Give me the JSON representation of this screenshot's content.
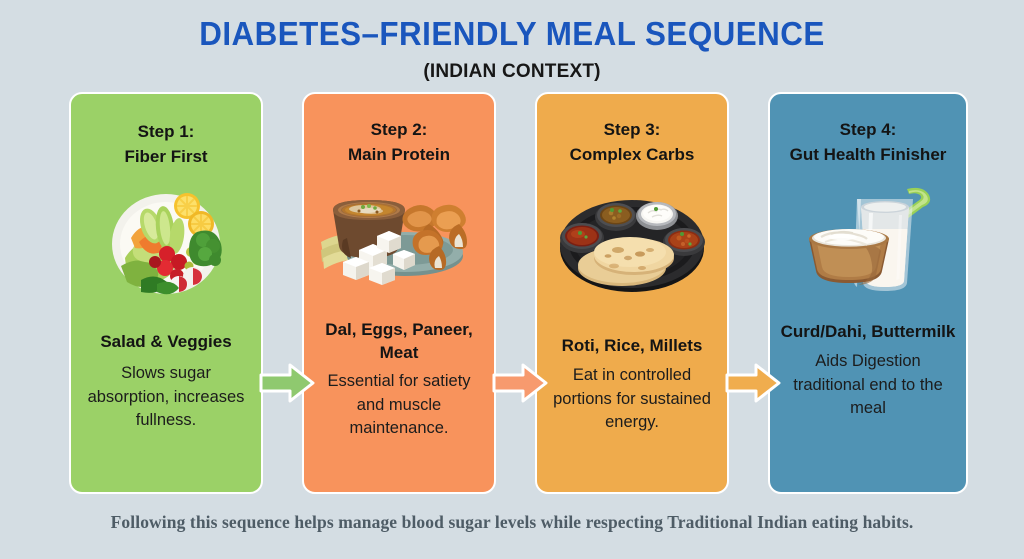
{
  "header": {
    "title": "DIABETES–FRIENDLY MEAL SEQUENCE",
    "subtitle": "(INDIAN CONTEXT)",
    "title_color": "#1a56bd",
    "subtitle_color": "#171717"
  },
  "background_color": "#d4dde3",
  "steps": [
    {
      "step_label": "Step 1:\nFiber First",
      "step_line1": "Step 1:",
      "step_line2": "Fiber First",
      "food_title": "Salad & Veggies",
      "description": "Slows sugar absorption, increases fullness.",
      "color": "#9bd167",
      "image_name": "plate-of-salad-vegetables-photo"
    },
    {
      "step_label": "Step 2:\nMain Protein",
      "step_line1": "Step 2:",
      "step_line2": "Main Protein",
      "food_title": "Dal, Eggs, Paneer, Meat",
      "description": "Essential for satiety and muscle maintenance.",
      "color": "#f8935c",
      "image_name": "dal-paneer-chicken-photo"
    },
    {
      "step_label": "Step 3:\nComplex Carbs",
      "step_line1": "Step 3:",
      "step_line2": "Complex Carbs",
      "food_title": "Roti, Rice, Millets",
      "description": "Eat in controlled portions for sustained energy.",
      "color": "#efab4c",
      "image_name": "indian-thali-roti-photo"
    },
    {
      "step_label": "Step 4:\nGut Health Finisher",
      "step_line1": "Step 4:",
      "step_line2": "Gut Health Finisher",
      "food_title": "Curd/Dahi, Buttermilk",
      "description": "Aids Digestion traditional end to the meal",
      "color": "#5093b4",
      "image_name": "curd-bowl-buttermilk-glass-photo"
    }
  ],
  "arrows": [
    {
      "name": "arrow-step1-to-step2",
      "color": "#8fc96f"
    },
    {
      "name": "arrow-step2-to-step3",
      "color": "#f79a6e"
    },
    {
      "name": "arrow-step3-to-step4",
      "color": "#f0ad4e"
    }
  ],
  "footer": {
    "text": "Following this sequence helps manage blood sugar levels while respecting Traditional Indian eating habits.",
    "color": "#4e5c66"
  }
}
